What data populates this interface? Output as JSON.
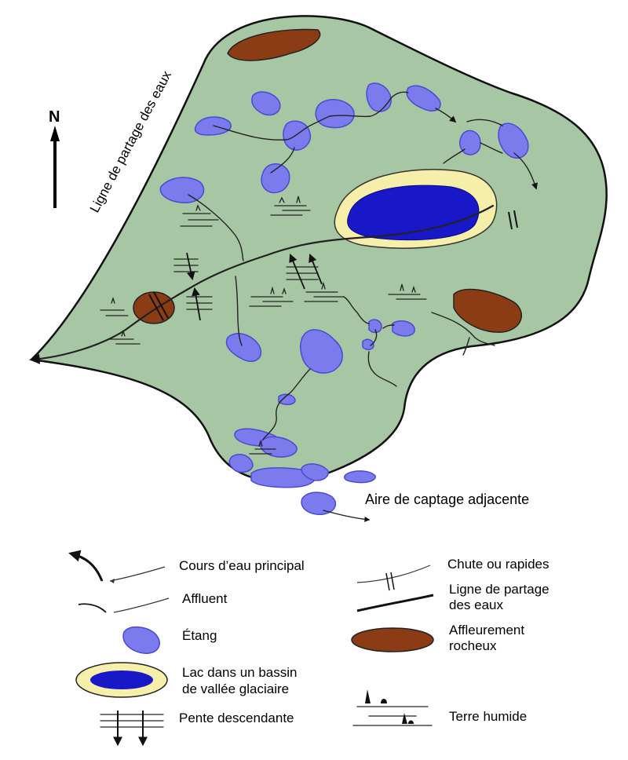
{
  "map": {
    "north_label": "N",
    "watershed_label": "Ligne de partage des eaux",
    "adjacent_catchment_label": "Aire de captage adjacente"
  },
  "legend": {
    "main_stream": "Cours d’eau principal",
    "tributary": "Affluent",
    "pond": "Étang",
    "lake_line1": "Lac dans un bassin",
    "lake_line2": "de vallée glaciaire",
    "slope": "Pente descendante",
    "falls": "Chute ou rapides",
    "divide_line1": "Ligne de partage",
    "divide_line2": "des eaux",
    "rock_line1": "Affleurement",
    "rock_line2": "rocheux",
    "wetland": "Terre humide"
  },
  "colors": {
    "land": "#a7c7a4",
    "pond": "#7b7bee",
    "lake": "#1818c8",
    "lake_shore": "#f5efaa",
    "rock": "#8b3c14"
  }
}
